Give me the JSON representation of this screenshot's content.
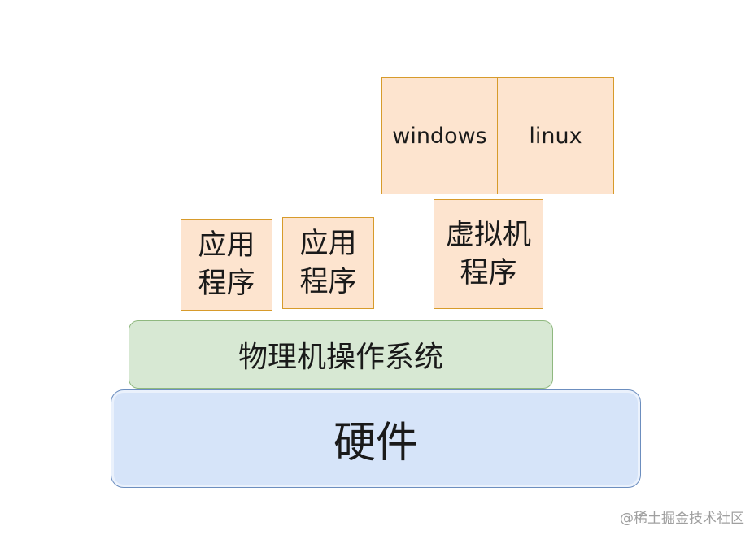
{
  "diagram": {
    "guest_os": {
      "windows": "windows",
      "linux": "linux"
    },
    "apps": {
      "app_1": "应用\n程序",
      "app_2": "应用\n程序"
    },
    "vm_program": "虚拟机\n程序",
    "host_os": "物理机操作系统",
    "hardware": "硬件"
  },
  "watermark": "@稀土掘金技术社区",
  "colors": {
    "orange_fill": "#fde4cf",
    "orange_border": "#d79b2b",
    "green_fill": "#d7e8d3",
    "green_border": "#8fb87f",
    "blue_fill": "#d6e4f9",
    "blue_border": "#6c8ebf"
  }
}
